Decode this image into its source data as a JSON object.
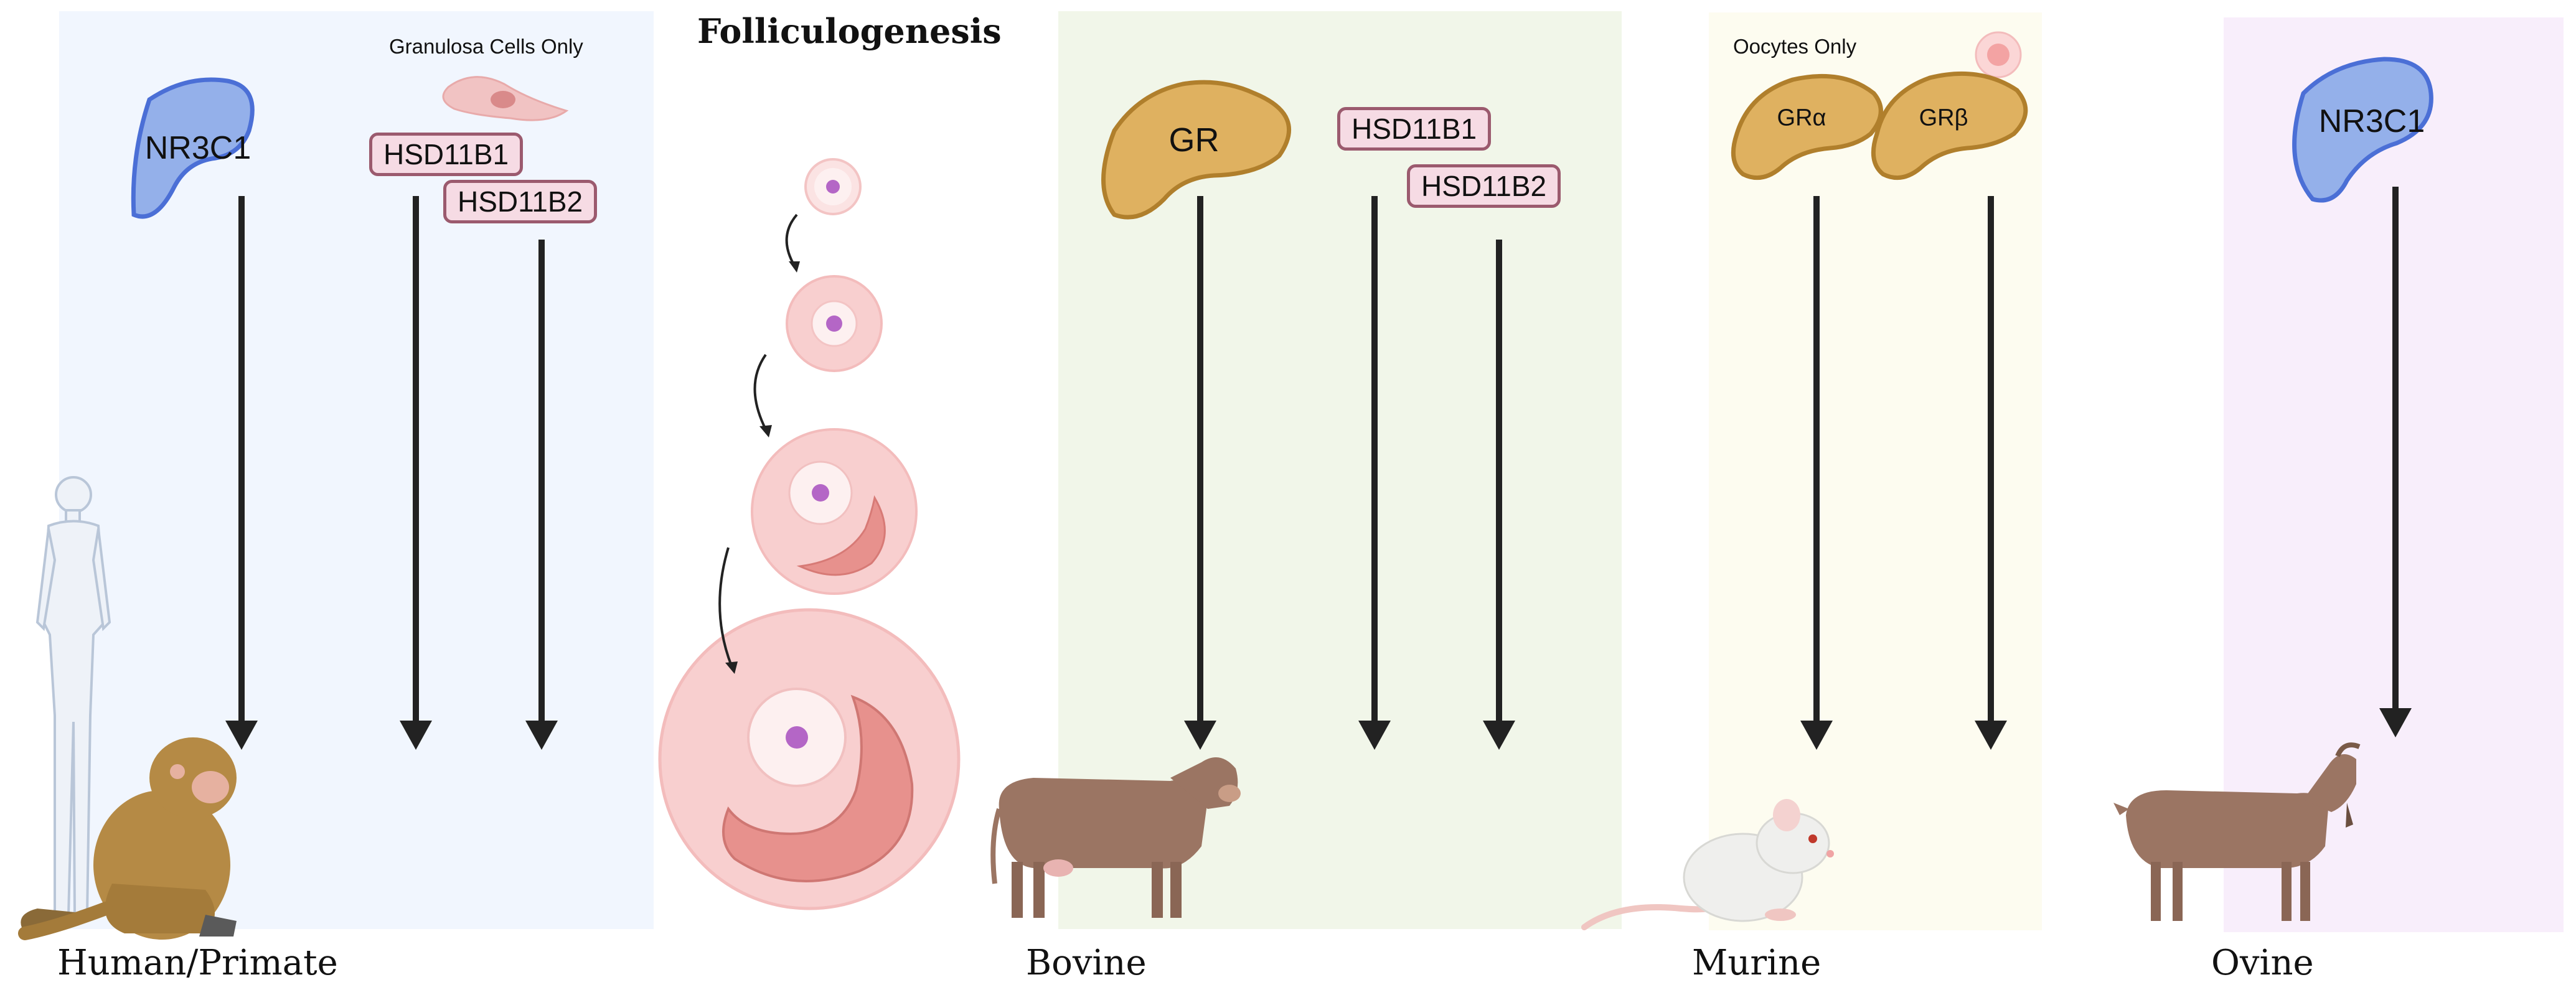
{
  "figure": {
    "title": "Folliculogenesis",
    "species": {
      "human": "Human/Primate",
      "bovine": "Bovine",
      "murine": "Murine",
      "ovine": "Ovine"
    },
    "human_panel": {
      "receptor": "NR3C1",
      "cell_note": "Granulosa Cells Only",
      "enzymes": [
        "HSD11B1",
        "HSD11B2"
      ]
    },
    "bovine_panel": {
      "receptor": "GR",
      "enzymes": [
        "HSD11B1",
        "HSD11B2"
      ]
    },
    "murine_panel": {
      "cell_note": "Oocytes Only",
      "receptors": [
        "GRα",
        "GRβ"
      ]
    },
    "ovine_panel": {
      "receptor": "NR3C1"
    }
  },
  "colors": {
    "human_bg": "#f1f6fe",
    "bovine_bg": "#f1f6e9",
    "murine_bg": "#fdfcf0",
    "ovine_bg": "#f8eefb",
    "blue_receptor": "#94b0ea",
    "blue_receptor_border": "#4b6fd6",
    "gold_receptor": "#dfb160",
    "gold_receptor_border": "#b07f2c",
    "gene_box": "#f6dbe4",
    "gene_border": "#9b5a6e",
    "follicle_outer": "#f8cfcf",
    "follicle_inner": "#fdf0f0",
    "oocyte_nucleus": "#b466c6",
    "arrow": "#222222"
  }
}
